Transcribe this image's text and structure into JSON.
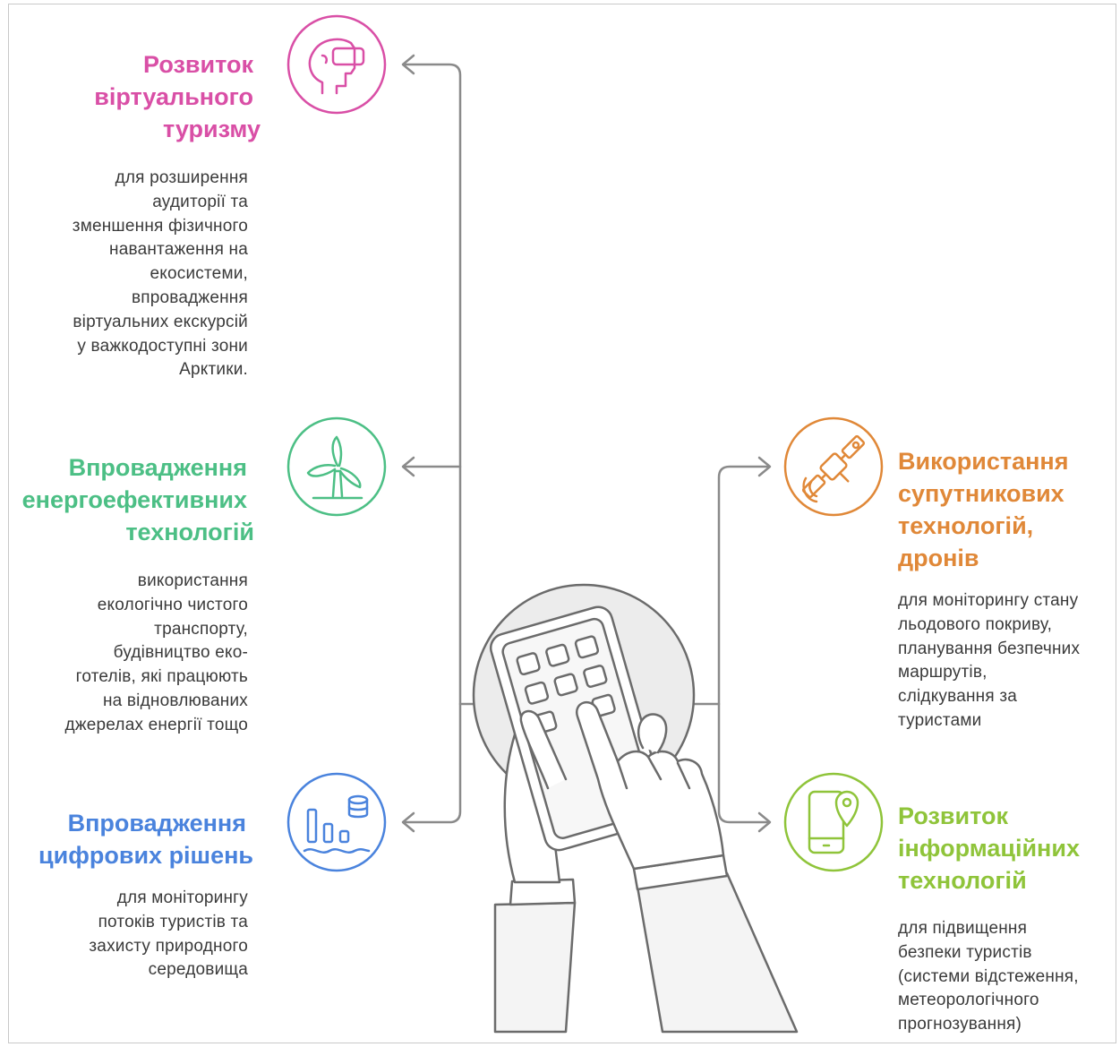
{
  "colors": {
    "connector": "#8a8a8a",
    "pink": "#d94fa6",
    "green": "#4cbf85",
    "blue": "#4a83dd",
    "orange": "#e08838",
    "lime": "#8fc43a",
    "hands_outline": "#6b6b6b"
  },
  "items": [
    {
      "id": "virtual-tourism",
      "icon": "vr-headset-icon",
      "title": [
        "Розвиток",
        "віртуального",
        "туризму"
      ],
      "description": [
        "для розширення",
        "аудиторії та",
        "зменшення фізичного",
        "навантаження на",
        "екосистеми,",
        "впровадження",
        "віртуальних екскурсій",
        "у важкодоступні зони",
        "Арктики."
      ]
    },
    {
      "id": "energy-efficient",
      "icon": "wind-turbine-icon",
      "title": [
        "Впровадження",
        "енергоефективних",
        "технологій"
      ],
      "description": [
        "використання",
        "екологічно чистого",
        "транспорту,",
        "будівництво еко-",
        "готелів, які працюють",
        "на відновлюваних",
        "джерелах енергії тощо"
      ]
    },
    {
      "id": "digital-solutions",
      "icon": "data-chart-icon",
      "title": [
        "Впровадження",
        "цифрових рішень"
      ],
      "description": [
        "для моніторингу",
        "потоків туристів та",
        "захисту природного",
        "середовища"
      ]
    },
    {
      "id": "satellite-drones",
      "icon": "satellite-icon",
      "title": [
        "Використання",
        "супутникових",
        "технологій,",
        "дронів"
      ],
      "description": [
        "для моніторингу стану",
        "льодового покриву,",
        "планування безпечних",
        "маршрутів,",
        "слідкування за",
        "туристами"
      ]
    },
    {
      "id": "information-tech",
      "icon": "smartphone-location-icon",
      "title": [
        "Розвиток",
        "інформаційних",
        "технологій"
      ],
      "description": [
        "для підвищення",
        "безпеки туристів",
        "(системи відстеження,",
        "метеорологічного",
        "прогнозування)"
      ]
    }
  ]
}
